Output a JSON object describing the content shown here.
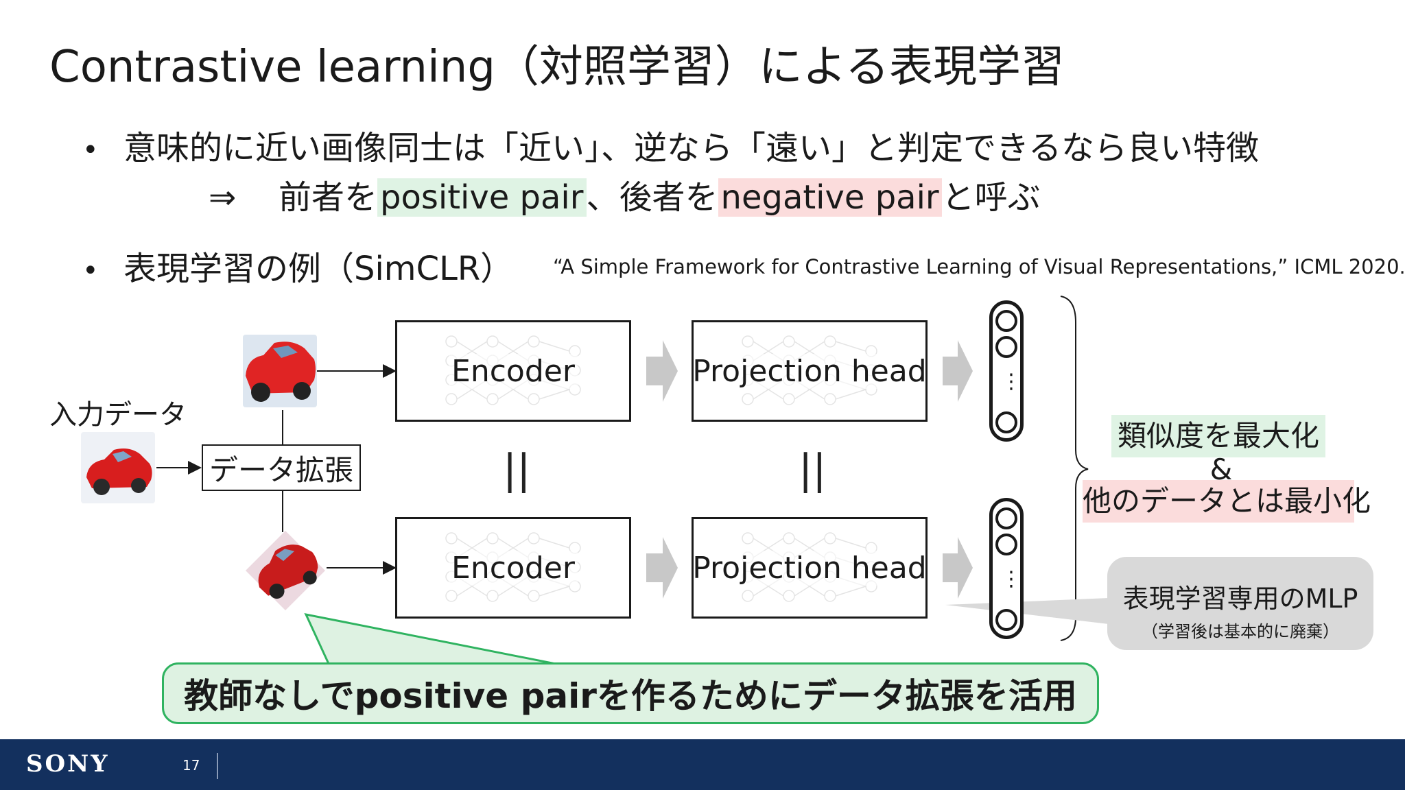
{
  "slide": {
    "title": "Contrastive learning（対照学習）による表現学習",
    "bullet1": {
      "line1": "意味的に近い画像同士は「近い」、逆なら「遠い」と判定できるなら良い特徴",
      "arrow": "⇒",
      "prefix": "前者を",
      "positive": "positive pair",
      "middle": "、後者を",
      "negative": "negative pair",
      "suffix": "と呼ぶ"
    },
    "bullet2": {
      "text": "表現学習の例（SimCLR）",
      "citation": "“A Simple Framework for Contrastive Learning of Visual Representations,” ICML 2020."
    },
    "bullet_glyph": "•"
  },
  "diagram": {
    "input_label": "入力データ",
    "augment_label": "データ拡張",
    "encoder_label": "Encoder",
    "projection_label": "Projection head",
    "equal_sign": "||",
    "vector_dots": "⋮",
    "result": {
      "line1": "類似度を最大化",
      "amp": "&",
      "line2": "他のデータとは最小化"
    },
    "mlp_note": {
      "line1": "表現学習専用のMLP",
      "line2": "（学習後は基本的に廃棄）"
    },
    "callout": "教師なしでpositive pairを作るためにデータ拡張を活用"
  },
  "footer": {
    "brand": "SONY",
    "page_number": "17"
  },
  "colors": {
    "positive_highlight": "#dff3e4",
    "negative_highlight": "#fbdcdc",
    "callout_border": "#2fb360",
    "footer_bg": "#13305e",
    "car_red": "#d81e1e"
  }
}
